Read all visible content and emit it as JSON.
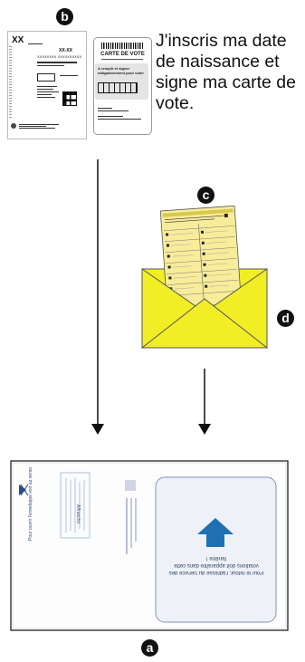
{
  "markers": {
    "a": "a",
    "b": "b",
    "c": "c",
    "d": "d"
  },
  "instruction": "J'inscris ma date de naissance et signe ma carte de vote.",
  "letter": {
    "header_code": "XX",
    "ref_code": "XX-XX",
    "ballot_code": "XXXXXXXX XXXXXXXXXX"
  },
  "voting_card": {
    "title": "CARTE DE VOTE",
    "instruction": "A remplir et signer obligatoirement pour voter"
  },
  "return_envelope": {
    "window_text": "Pour le retour, l'adresse du Service des votations doit apparaître dans cette fenêtre !",
    "left_text": "Pour ouvrir l'enveloppe voir au verso",
    "affranchir_label": "Affranchir"
  },
  "colors": {
    "envelope_fill": "#f2ee26",
    "envelope_stroke": "#555555",
    "ballot_fill": "#f8ec9a",
    "arrow_blue": "#1f6fb3",
    "window_tint": "#eef2f8"
  }
}
